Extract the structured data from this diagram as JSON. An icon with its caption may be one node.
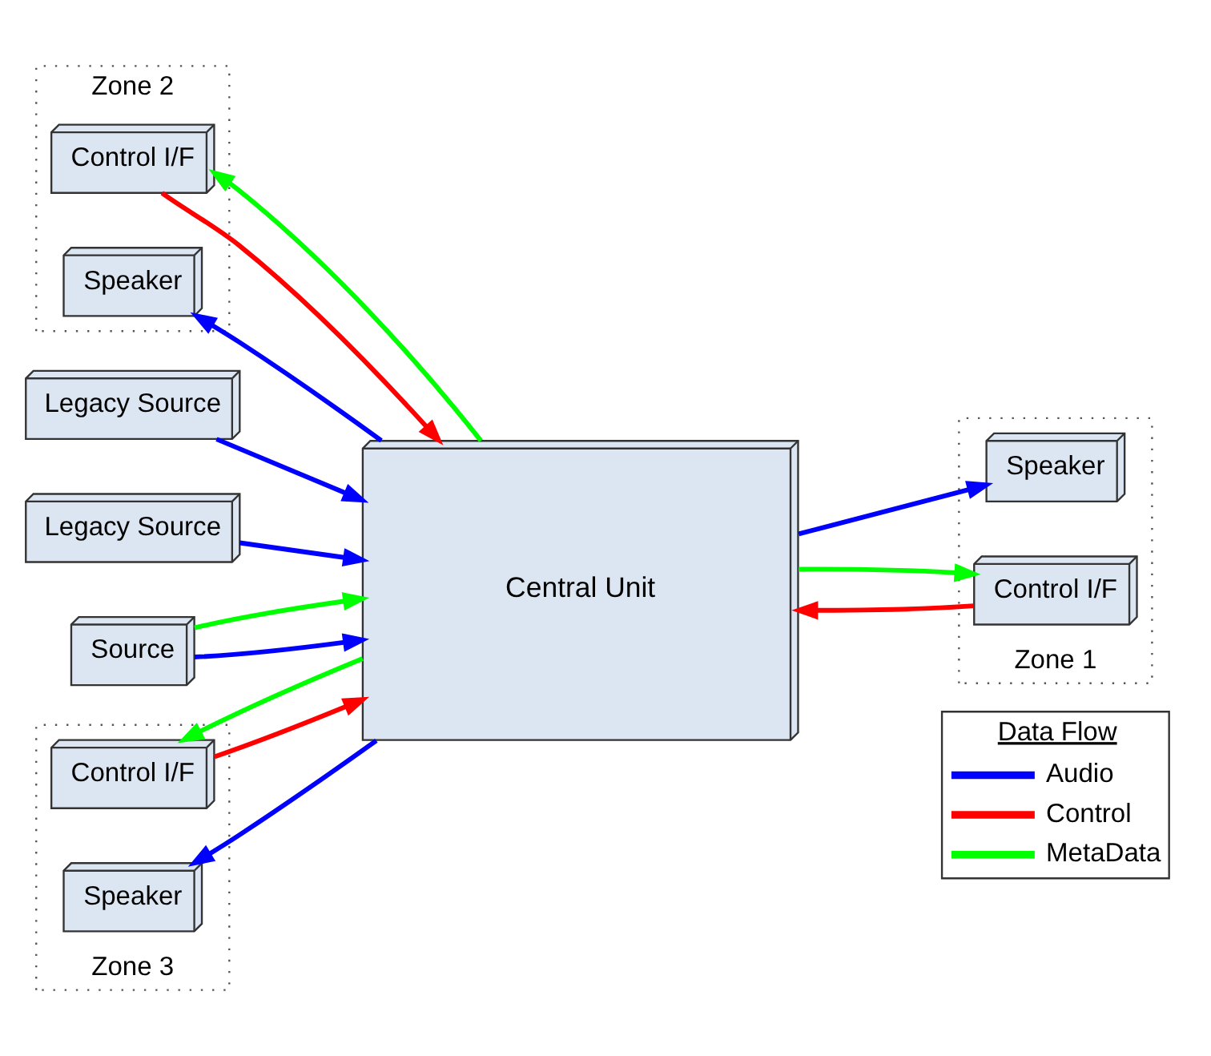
{
  "diagram": {
    "nodes": [
      {
        "text": [
          "Zone 2"
        ]
      },
      {
        "text": [
          "Control I/F"
        ],
        "in": 0
      },
      {
        "text": [
          "Speaker"
        ],
        "in": 0
      },
      {
        "text": [
          "Legacy Source"
        ]
      },
      {
        "text": [
          "Legacy Source"
        ]
      },
      {
        "text": [
          "Source"
        ]
      },
      {
        "text": [
          "Central Unit"
        ]
      },
      {
        "text": [
          "Zone 1"
        ]
      },
      {
        "text": [
          "Speaker"
        ],
        "in": 7
      },
      {
        "text": [
          "Control I/F"
        ],
        "in": 7
      },
      {
        "text": [
          "Zone 3"
        ]
      },
      {
        "text": [
          "Control I/F"
        ],
        "in": 10
      },
      {
        "text": [
          "Speaker"
        ],
        "in": 10
      }
    ],
    "edges": [
      {
        "from": 1,
        "to": 6,
        "arrow": "to",
        "color": "#ff0000"
      },
      {
        "from": 6,
        "to": 1,
        "arrow": "to",
        "color": "#00ff00"
      },
      {
        "from": 6,
        "to": 2,
        "arrow": "to",
        "color": "#0000ff"
      },
      {
        "from": 3,
        "to": 6,
        "arrow": "to",
        "color": "#0000ff"
      },
      {
        "from": 4,
        "to": 6,
        "arrow": "to",
        "color": "#0000ff"
      },
      {
        "from": 5,
        "to": 6,
        "arrow": "to",
        "color": "#0000ff"
      },
      {
        "from": 5,
        "to": 6,
        "arrow": "to",
        "color": "#00ff00"
      },
      {
        "from": 6,
        "to": 8,
        "arrow": "to",
        "color": "#0000ff"
      },
      {
        "from": 6,
        "to": 9,
        "arrow": "to",
        "color": "#00ff00"
      },
      {
        "from": 9,
        "to": 6,
        "arrow": "to",
        "color": "#ff0000"
      },
      {
        "from": 11,
        "to": 6,
        "arrow": "to",
        "color": "#ff0000"
      },
      {
        "from": 6,
        "to": 11,
        "arrow": "to",
        "color": "#00ff00"
      },
      {
        "from": 6,
        "to": 12,
        "arrow": "to",
        "color": "#0000ff"
      }
    ],
    "labels": [
      "Data Flow"
    ],
    "legend": [
      {
        "text": "Audio",
        "color": "#0000ff"
      },
      {
        "text": "Control",
        "color": "#ff0000"
      },
      {
        "text": "MetaData",
        "color": "#00ff00"
      }
    ]
  }
}
